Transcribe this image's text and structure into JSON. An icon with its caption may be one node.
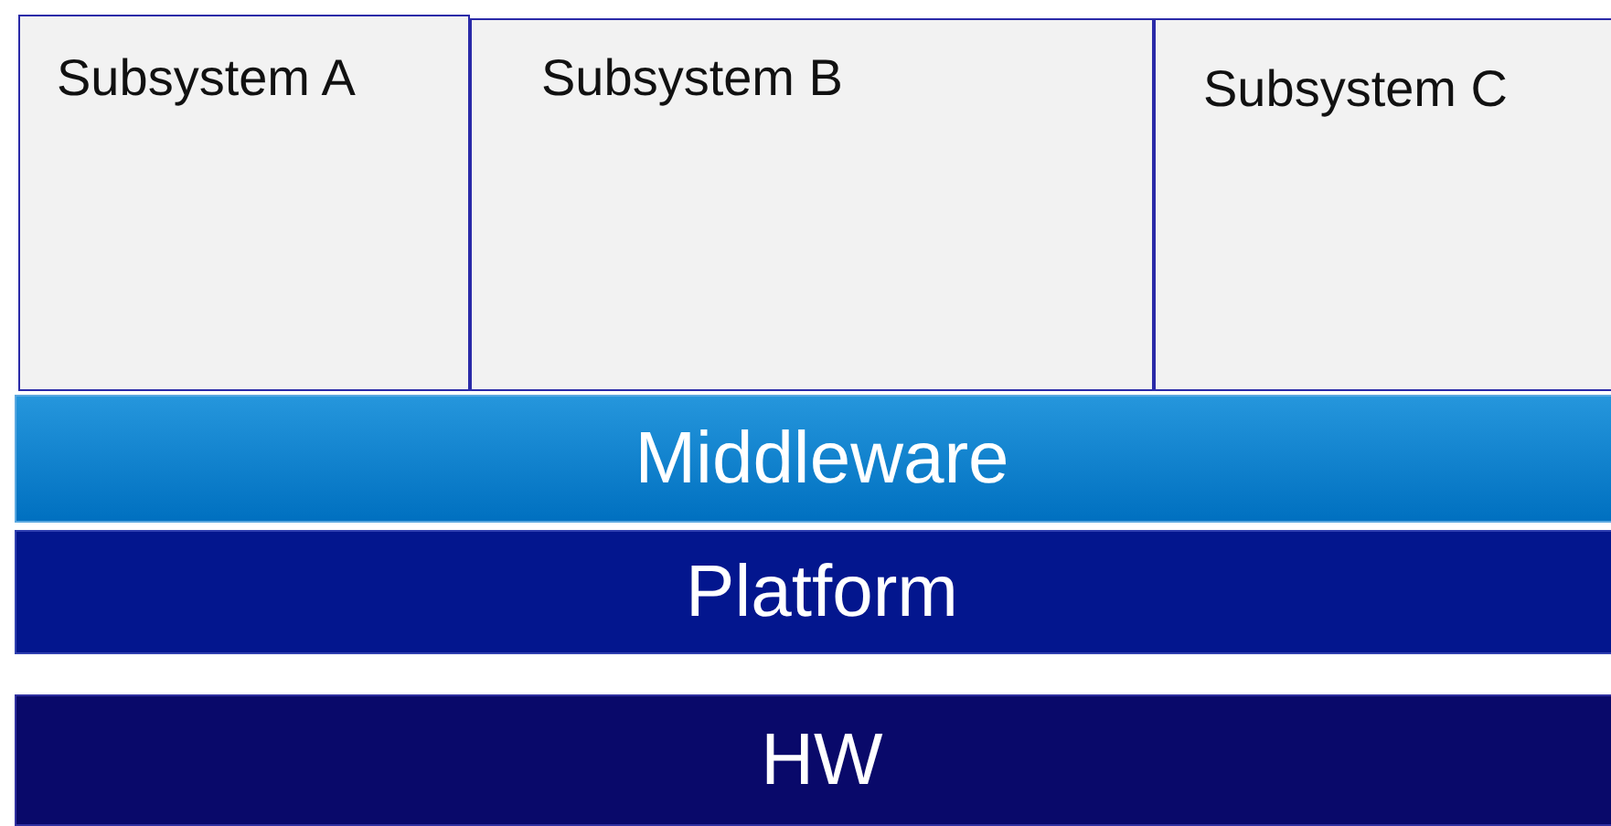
{
  "diagram": {
    "nodes": [
      {
        "text": [
          "Subsystem A"
        ]
      },
      {
        "text": [
          "Subsystem B"
        ]
      },
      {
        "text": [
          "Subsystem C"
        ]
      },
      {
        "text": [
          "Middleware"
        ]
      },
      {
        "text": [
          "Platform"
        ]
      },
      {
        "text": [
          "HW"
        ]
      }
    ]
  }
}
